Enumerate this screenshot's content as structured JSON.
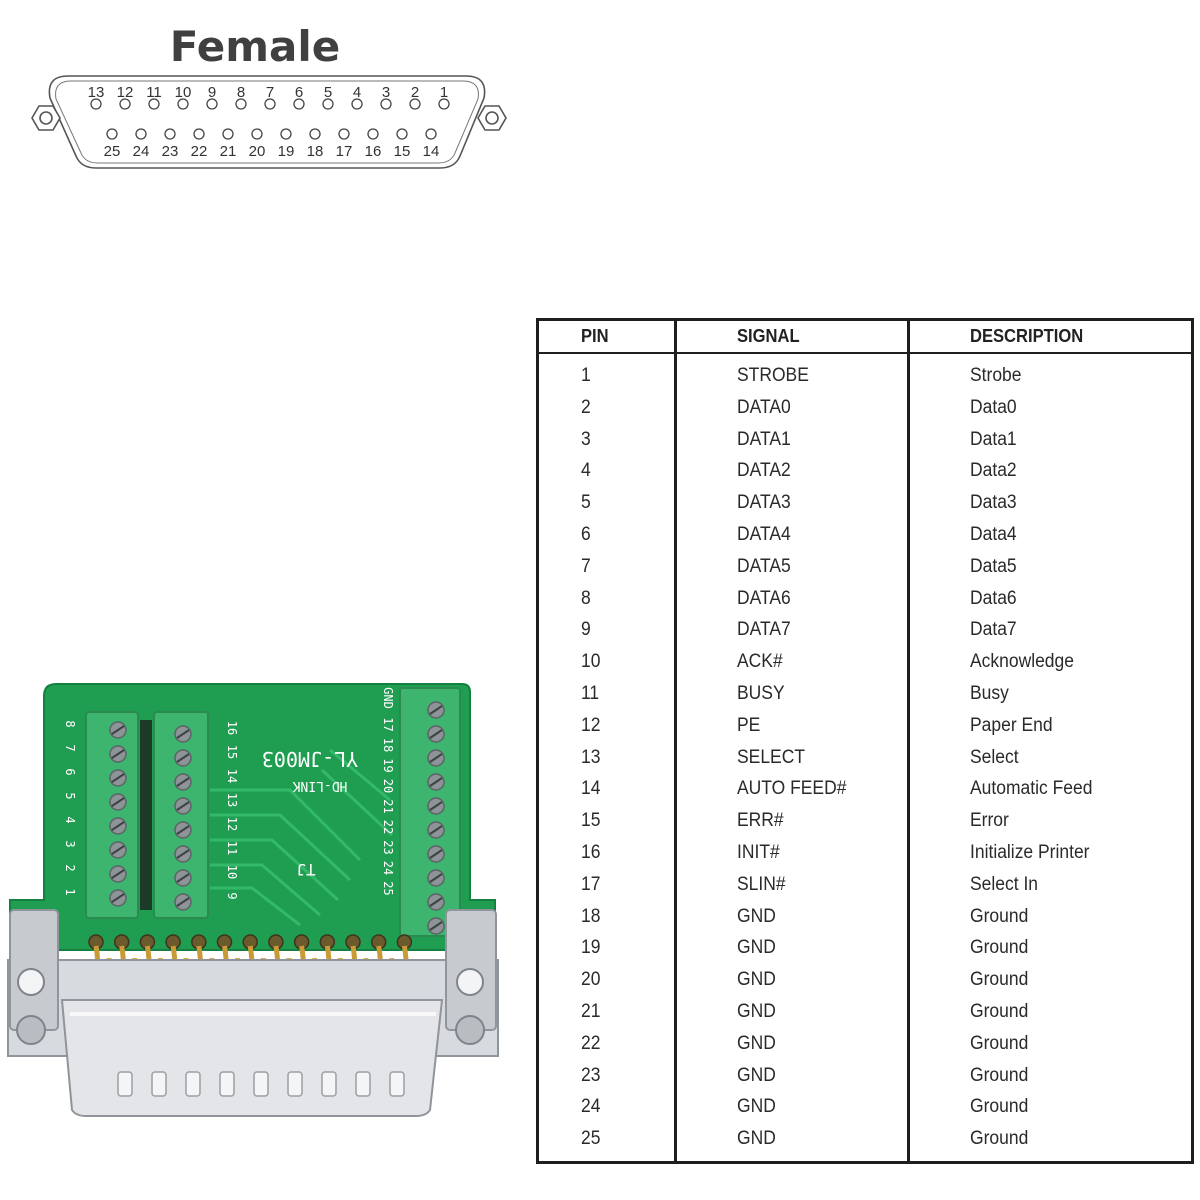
{
  "connector": {
    "title": "Female",
    "top_pins": [
      "13",
      "12",
      "11",
      "10",
      "9",
      "8",
      "7",
      "6",
      "5",
      "4",
      "3",
      "2",
      "1"
    ],
    "bottom_pins": [
      "25",
      "24",
      "23",
      "22",
      "21",
      "20",
      "19",
      "18",
      "17",
      "16",
      "15",
      "14"
    ]
  },
  "board": {
    "model": "YL-JM003",
    "brand": "HD-LINK",
    "mark": "TJ",
    "left_labels": [
      "8",
      "7",
      "6",
      "5",
      "4",
      "3",
      "2",
      "1"
    ],
    "mid_labels": [
      "16",
      "15",
      "14",
      "13",
      "12",
      "11",
      "10",
      "9"
    ],
    "right_labels": [
      "GND",
      "17",
      "18",
      "19",
      "20",
      "21",
      "22",
      "23",
      "24",
      "25"
    ],
    "colors": {
      "pcb": "#1f9e52",
      "terminal": "#3db56f",
      "pin_gold": "#c99a36",
      "shell": "#cfd2d6"
    }
  },
  "table": {
    "headers": {
      "pin": "PIN",
      "signal": "SIGNAL",
      "description": "DESCRIPTION"
    },
    "rows": [
      {
        "pin": "1",
        "signal": "STROBE",
        "description": "Strobe"
      },
      {
        "pin": "2",
        "signal": "DATA0",
        "description": "Data0"
      },
      {
        "pin": "3",
        "signal": "DATA1",
        "description": "Data1"
      },
      {
        "pin": "4",
        "signal": "DATA2",
        "description": "Data2"
      },
      {
        "pin": "5",
        "signal": "DATA3",
        "description": "Data3"
      },
      {
        "pin": "6",
        "signal": "DATA4",
        "description": "Data4"
      },
      {
        "pin": "7",
        "signal": "DATA5",
        "description": "Data5"
      },
      {
        "pin": "8",
        "signal": "DATA6",
        "description": "Data6"
      },
      {
        "pin": "9",
        "signal": "DATA7",
        "description": "Data7"
      },
      {
        "pin": "10",
        "signal": "ACK#",
        "description": "Acknowledge"
      },
      {
        "pin": "11",
        "signal": "BUSY",
        "description": "Busy"
      },
      {
        "pin": "12",
        "signal": "PE",
        "description": "Paper End"
      },
      {
        "pin": "13",
        "signal": "SELECT",
        "description": "Select"
      },
      {
        "pin": "14",
        "signal": "AUTO FEED#",
        "description": "Automatic Feed"
      },
      {
        "pin": "15",
        "signal": "ERR#",
        "description": "Error"
      },
      {
        "pin": "16",
        "signal": "INIT#",
        "description": "Initialize Printer"
      },
      {
        "pin": "17",
        "signal": "SLIN#",
        "description": "Select In"
      },
      {
        "pin": "18",
        "signal": "GND",
        "description": "Ground"
      },
      {
        "pin": "19",
        "signal": "GND",
        "description": "Ground"
      },
      {
        "pin": "20",
        "signal": "GND",
        "description": "Ground"
      },
      {
        "pin": "21",
        "signal": "GND",
        "description": "Ground"
      },
      {
        "pin": "22",
        "signal": "GND",
        "description": "Ground"
      },
      {
        "pin": "23",
        "signal": "GND",
        "description": "Ground"
      },
      {
        "pin": "24",
        "signal": "GND",
        "description": "Ground"
      },
      {
        "pin": "25",
        "signal": "GND",
        "description": "Ground"
      }
    ]
  }
}
